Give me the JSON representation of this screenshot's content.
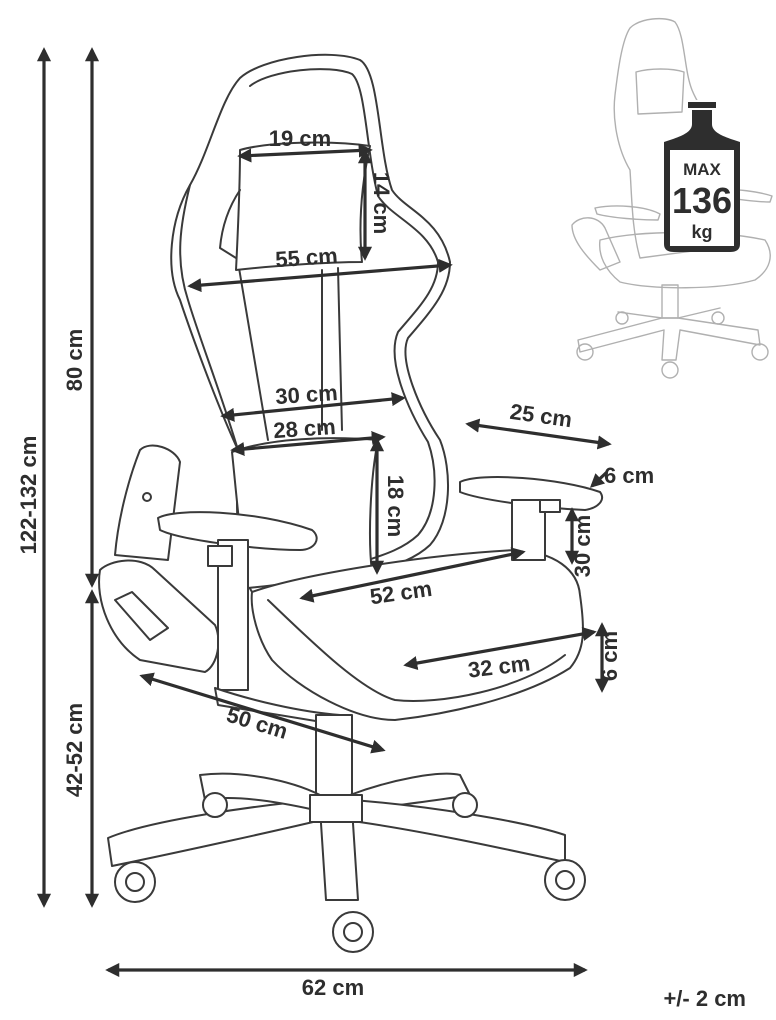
{
  "dimensions": {
    "total_height": "122-132 cm",
    "backrest_height": "80 cm",
    "seat_height": "42-52 cm",
    "base_width": "62 cm",
    "headrest_width": "19 cm",
    "headrest_height": "14 cm",
    "backrest_width_top": "55 cm",
    "backrest_width_mid": "30 cm",
    "lumbar_width": "28 cm",
    "lumbar_height": "18 cm",
    "seat_width": "52 cm",
    "seat_depth": "32 cm",
    "seat_thickness": "6 cm",
    "armrest_length": "25 cm",
    "armrest_width": "6 cm",
    "armrest_height": "30 cm",
    "chair_depth": "50 cm",
    "tolerance": "+/- 2 cm"
  },
  "weight_badge": {
    "prefix": "MAX",
    "value": "136",
    "unit": "kg"
  },
  "colors": {
    "ink": "#2e2e2e",
    "ghost": "#b0b0b0"
  }
}
